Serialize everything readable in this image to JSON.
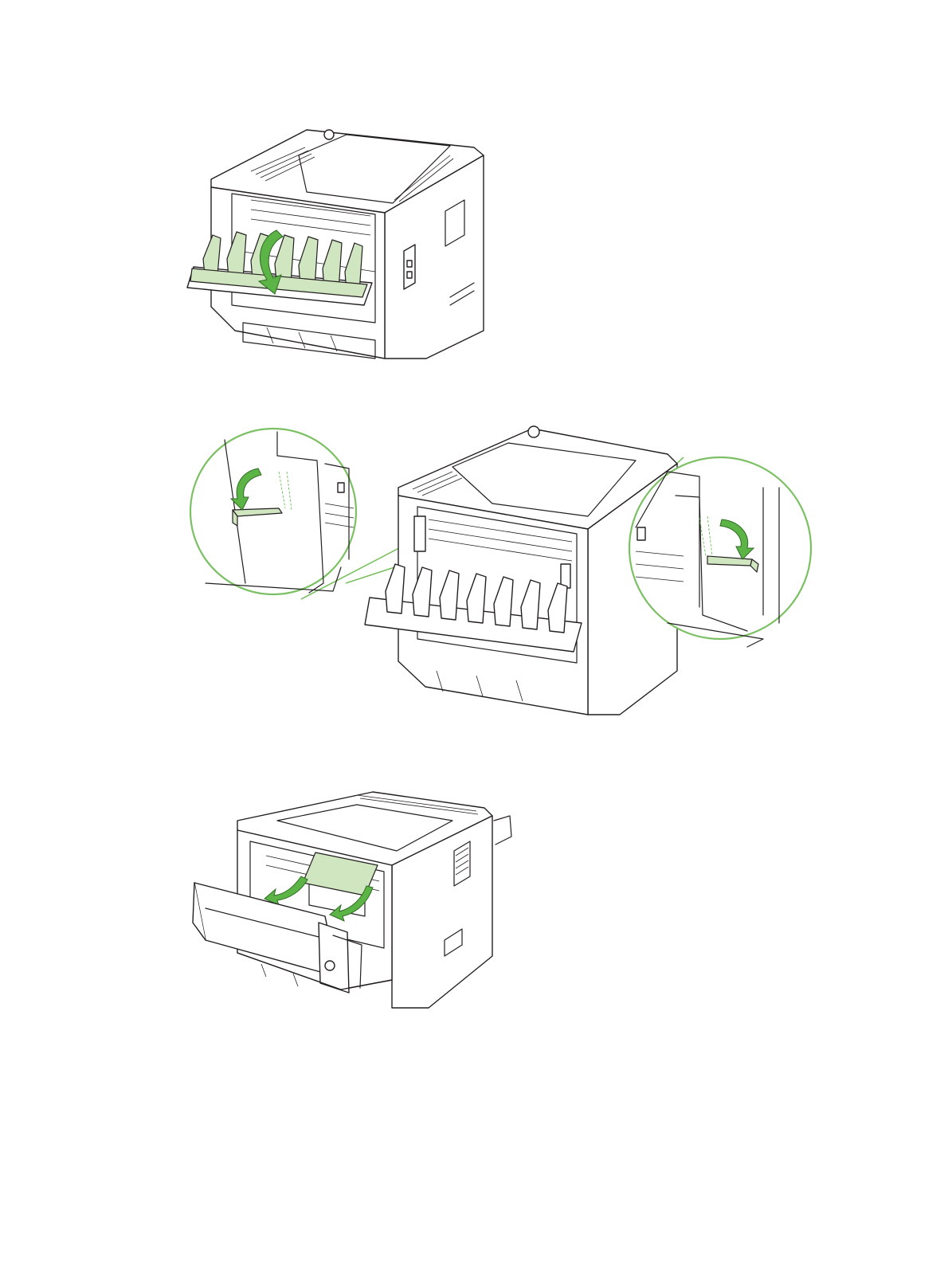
{
  "document": {
    "figures": [
      {
        "id": "figure-1",
        "subject": "printer-rear-view-rear-door-opening",
        "callouts": 0,
        "arrows": 1
      },
      {
        "id": "figure-2",
        "subject": "printer-rear-view-green-tabs-pulled",
        "callouts": 2,
        "arrows": 2
      },
      {
        "id": "figure-3",
        "subject": "printer-front-view-jammed-paper-removal",
        "callouts": 0,
        "arrows": 2
      }
    ]
  },
  "colors": {
    "accent_green": "#5cb446",
    "highlight_green": "#cfe6c0",
    "callout_ring": "#7cc064",
    "line_art": "#231f20",
    "background": "#ffffff"
  }
}
